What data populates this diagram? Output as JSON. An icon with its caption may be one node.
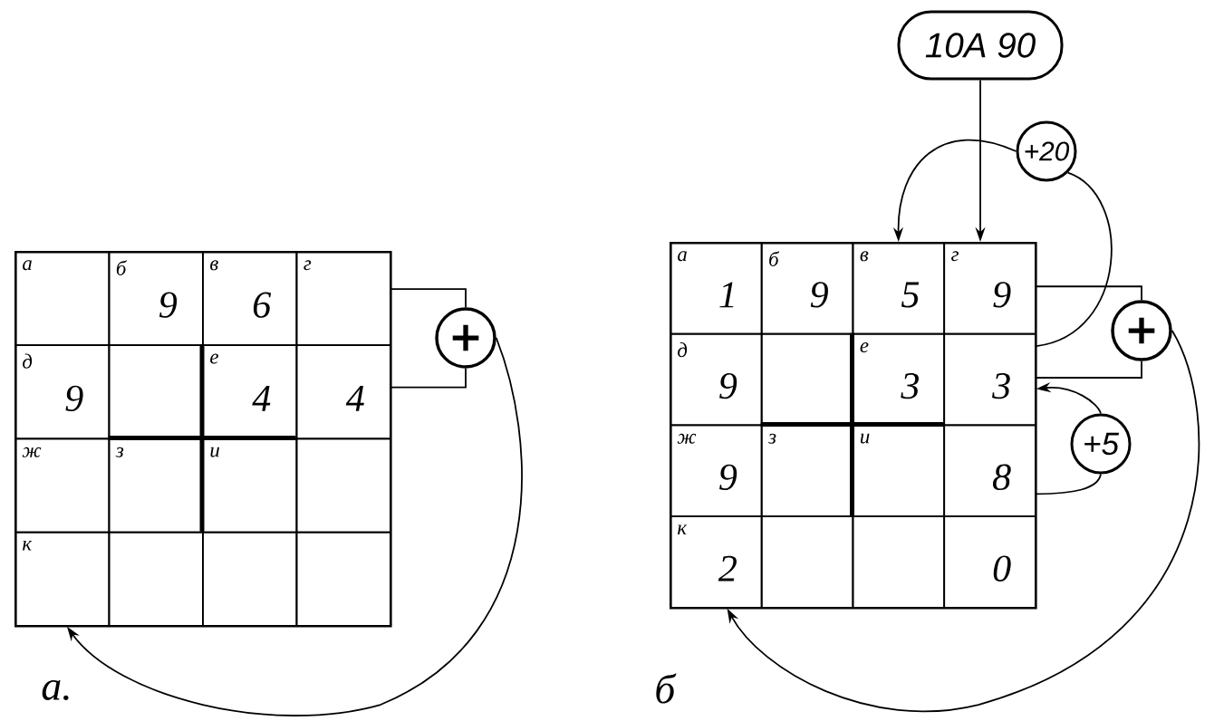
{
  "diagram": {
    "nodes": [
      {
        "text": [],
        "shape": "box",
        "beside": [
          "а."
        ]
      },
      {
        "text": [
          "а"
        ],
        "in": 0
      },
      {
        "text": [
          "б",
          "9"
        ],
        "in": 0
      },
      {
        "text": [
          "в",
          "6"
        ],
        "in": 0
      },
      {
        "text": [
          "г"
        ],
        "in": 0
      },
      {
        "text": [
          "д",
          "9"
        ],
        "in": 0
      },
      {
        "text": [],
        "shape": "box",
        "in": 0
      },
      {
        "text": [
          "е",
          "4"
        ],
        "in": 0
      },
      {
        "text": [
          "4"
        ],
        "in": 0
      },
      {
        "text": [
          "ж"
        ],
        "in": 0
      },
      {
        "text": [
          "з"
        ],
        "in": 0
      },
      {
        "text": [
          "и"
        ],
        "in": 0
      },
      {
        "text": [],
        "shape": "box",
        "in": 0
      },
      {
        "text": [
          "к"
        ],
        "in": 0
      },
      {
        "text": [],
        "shape": "box",
        "in": 0
      },
      {
        "text": [],
        "shape": "box",
        "in": 0
      },
      {
        "text": [],
        "shape": "box",
        "in": 0
      },
      {
        "text": [
          "+"
        ]
      },
      {
        "text": [
          "10А 90"
        ]
      },
      {
        "text": [
          "+20"
        ]
      },
      {
        "text": [],
        "shape": "box",
        "beside": [
          "б"
        ]
      },
      {
        "text": [
          "а",
          "1"
        ],
        "in": 20
      },
      {
        "text": [
          "б",
          "9"
        ],
        "in": 20
      },
      {
        "text": [
          "в",
          "5"
        ],
        "in": 20
      },
      {
        "text": [
          "г",
          "9"
        ],
        "in": 20
      },
      {
        "text": [
          "д",
          "9"
        ],
        "in": 20
      },
      {
        "text": [],
        "shape": "box",
        "in": 20
      },
      {
        "text": [
          "е",
          "3"
        ],
        "in": 20
      },
      {
        "text": [
          "3"
        ],
        "in": 20
      },
      {
        "text": [
          "ж",
          "9"
        ],
        "in": 20
      },
      {
        "text": [
          "з"
        ],
        "in": 20
      },
      {
        "text": [
          "и"
        ],
        "in": 20
      },
      {
        "text": [
          "8"
        ],
        "in": 20
      },
      {
        "text": [
          "к",
          "2"
        ],
        "in": 20
      },
      {
        "text": [],
        "shape": "box",
        "in": 20
      },
      {
        "text": [],
        "shape": "box",
        "in": 20
      },
      {
        "text": [
          "0"
        ],
        "in": 20
      },
      {
        "text": [
          "+"
        ]
      },
      {
        "text": [
          "+5"
        ]
      }
    ],
    "edges": [
      {
        "from": 4,
        "to": 17,
        "arrow": "none"
      },
      {
        "from": 8,
        "to": 17,
        "arrow": "none"
      },
      {
        "from": 17,
        "to": 13,
        "arrow": "to"
      },
      {
        "from": 18,
        "to": 24,
        "arrow": "to"
      },
      {
        "from": 28,
        "to": 19,
        "arrow": "none"
      },
      {
        "from": 19,
        "to": 23,
        "arrow": "to"
      },
      {
        "from": 24,
        "to": 37,
        "arrow": "none"
      },
      {
        "from": 28,
        "to": 37,
        "arrow": "none"
      },
      {
        "from": 37,
        "to": 33,
        "arrow": "to"
      },
      {
        "from": 32,
        "to": 38,
        "arrow": "none"
      },
      {
        "from": 38,
        "to": 28,
        "arrow": "to"
      }
    ]
  }
}
